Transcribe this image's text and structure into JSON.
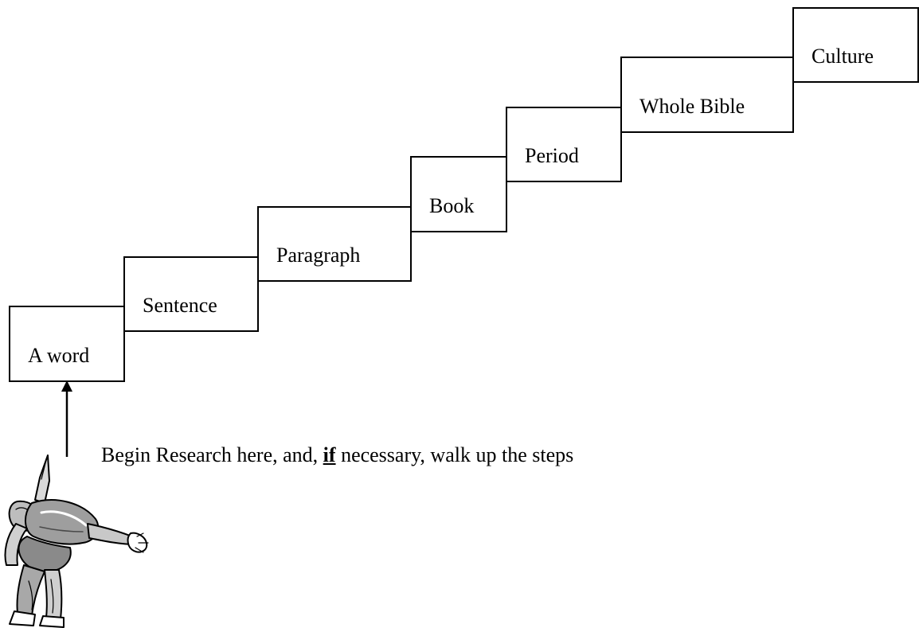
{
  "steps": [
    {
      "label": "A word"
    },
    {
      "label": "Sentence"
    },
    {
      "label": "Paragraph"
    },
    {
      "label": "Book"
    },
    {
      "label": "Period"
    },
    {
      "label": "Whole Bible"
    },
    {
      "label": "Culture"
    }
  ],
  "caption": {
    "before": "Begin Research here, and, ",
    "emphasis": "if",
    "after": " necessary, walk up the steps"
  },
  "icons": {
    "arrow": "up-arrow-icon",
    "figure": "climbing-person-icon"
  }
}
